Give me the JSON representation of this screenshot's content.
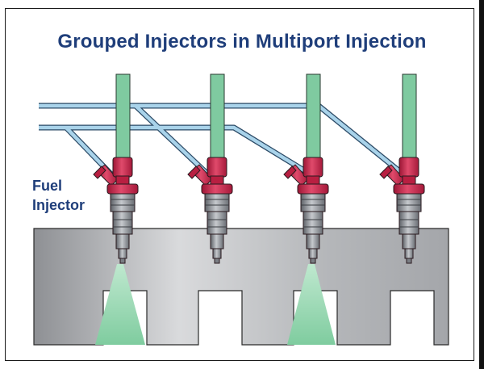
{
  "title": "Grouped Injectors in Multiport Injection",
  "label": {
    "line1": "Fuel",
    "line2": "Injector"
  },
  "colors": {
    "title": "#1f3e7a",
    "fuel_rail": "#a9d3ea",
    "intake_runner": "#7fcaa0",
    "injector_body": "#c8274a",
    "injector_nozzle": "#8a8f96",
    "engine_block": "#b7b9bc",
    "spray": "#8fd6ad"
  },
  "injectors": [
    {
      "name": "injector-1",
      "spraying": true
    },
    {
      "name": "injector-2",
      "spraying": false
    },
    {
      "name": "injector-3",
      "spraying": true
    },
    {
      "name": "injector-4",
      "spraying": false
    }
  ]
}
